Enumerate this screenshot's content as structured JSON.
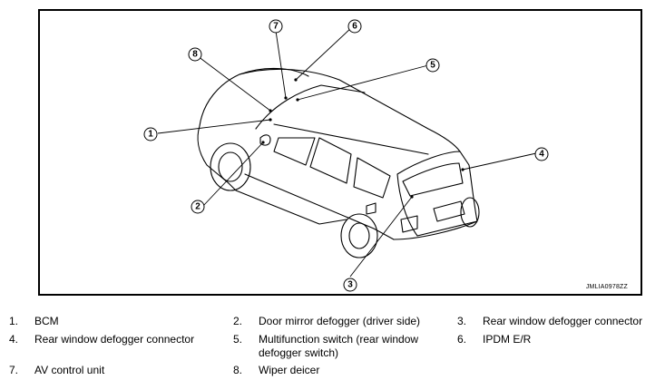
{
  "figure": {
    "code": "JMLIA0978ZZ",
    "callouts": [
      {
        "id": "callout-1",
        "num": "1"
      },
      {
        "id": "callout-2",
        "num": "2"
      },
      {
        "id": "callout-3",
        "num": "3"
      },
      {
        "id": "callout-4",
        "num": "4"
      },
      {
        "id": "callout-5",
        "num": "5"
      },
      {
        "id": "callout-6",
        "num": "6"
      },
      {
        "id": "callout-7",
        "num": "7"
      },
      {
        "id": "callout-8",
        "num": "8"
      }
    ]
  },
  "legend": [
    {
      "num": "1.",
      "label": "BCM"
    },
    {
      "num": "2.",
      "label": "Door mirror defogger (driver side)"
    },
    {
      "num": "3.",
      "label": "Rear window defogger connector"
    },
    {
      "num": "4.",
      "label": "Rear window defogger connector"
    },
    {
      "num": "5.",
      "label": "Multifunction switch (rear window",
      "label_line2": "defogger switch)"
    },
    {
      "num": "6.",
      "label": "IPDM E/R"
    },
    {
      "num": "7.",
      "label": "AV control unit"
    },
    {
      "num": "8.",
      "label": "Wiper deicer"
    }
  ]
}
